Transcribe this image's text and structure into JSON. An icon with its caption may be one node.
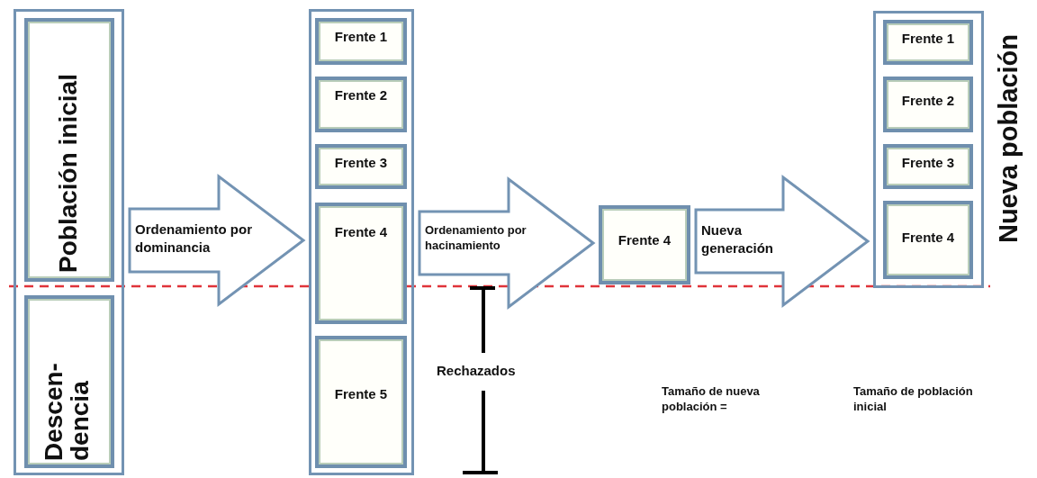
{
  "diagram": {
    "nodes": [
      {
        "text": [],
        "shape": "box"
      },
      {
        "text": [
          "Población inicial"
        ],
        "in": 0
      },
      {
        "text": [
          "Descen- dencia"
        ],
        "in": 0
      },
      {
        "text": [],
        "shape": "box"
      },
      {
        "text": [
          "Frente 1"
        ],
        "in": 3
      },
      {
        "text": [
          "Frente 2"
        ],
        "in": 3
      },
      {
        "text": [
          "Frente 3"
        ],
        "in": 3
      },
      {
        "text": [
          "Frente 4"
        ],
        "in": 3
      },
      {
        "text": [
          "Frente 5"
        ],
        "in": 3
      },
      {
        "text": [
          "Frente 4"
        ]
      },
      {
        "text": [],
        "shape": "box",
        "beside": [
          "Nueva población"
        ]
      },
      {
        "text": [
          "Frente 1"
        ],
        "in": 10
      },
      {
        "text": [
          "Frente 2"
        ],
        "in": 10
      },
      {
        "text": [
          "Frente 3"
        ],
        "in": 10
      },
      {
        "text": [
          "Frente 4"
        ],
        "in": 10
      }
    ],
    "edges": [
      {
        "from": 0,
        "to": 3,
        "arrow": "to",
        "label": "Ordenamiento por dominancia"
      },
      {
        "from": 3,
        "to": 9,
        "arrow": "to",
        "label": "Ordenamiento por hacinamiento"
      },
      {
        "from": 9,
        "to": 10,
        "arrow": "to",
        "label": "Nueva generación"
      }
    ],
    "labels": [
      "Rechazados",
      "Tamaño de nueva población =",
      "Tamaño de población inicial"
    ]
  }
}
